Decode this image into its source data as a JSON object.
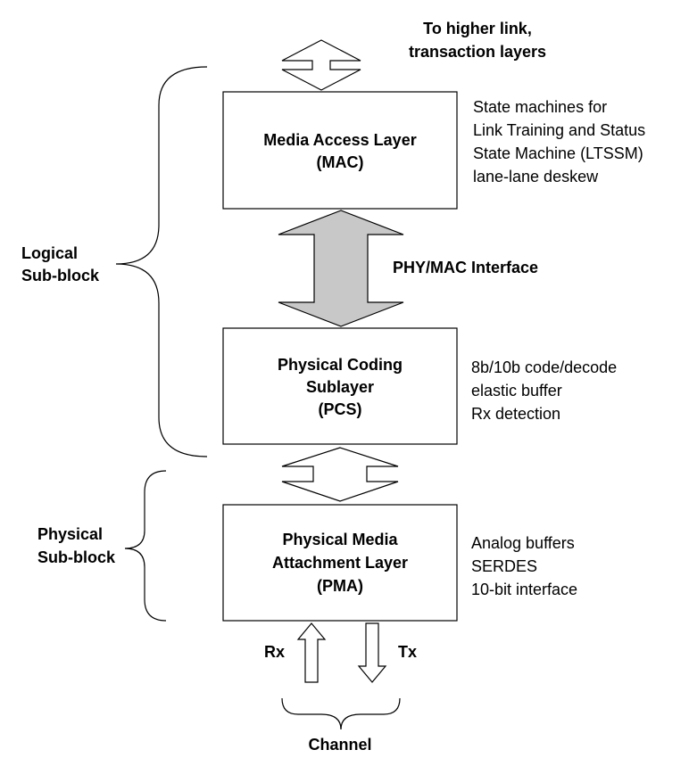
{
  "top_label": [
    "To higher link,",
    "transaction layers"
  ],
  "blocks": {
    "mac": {
      "lines": [
        "Media Access Layer",
        "(MAC)"
      ],
      "desc": [
        "State machines for",
        "Link Training and Status",
        "State Machine (LTSSM)",
        "lane-lane deskew"
      ]
    },
    "pcs": {
      "lines": [
        "Physical Coding",
        "Sublayer",
        "(PCS)"
      ],
      "desc": [
        "8b/10b code/decode",
        "elastic buffer",
        "Rx detection"
      ]
    },
    "pma": {
      "lines": [
        "Physical Media",
        "Attachment Layer",
        "(PMA)"
      ],
      "desc": [
        "Analog buffers",
        "SERDES",
        "10-bit interface"
      ]
    }
  },
  "interface_label": "PHY/MAC Interface",
  "logical_label": [
    "Logical",
    "Sub-block"
  ],
  "physical_label": [
    "Physical",
    "Sub-block"
  ],
  "rx_label": "Rx",
  "tx_label": "Tx",
  "channel_label": "Channel",
  "colors": {
    "interface_arrow": "#c8c8c8",
    "stroke": "#000000"
  }
}
